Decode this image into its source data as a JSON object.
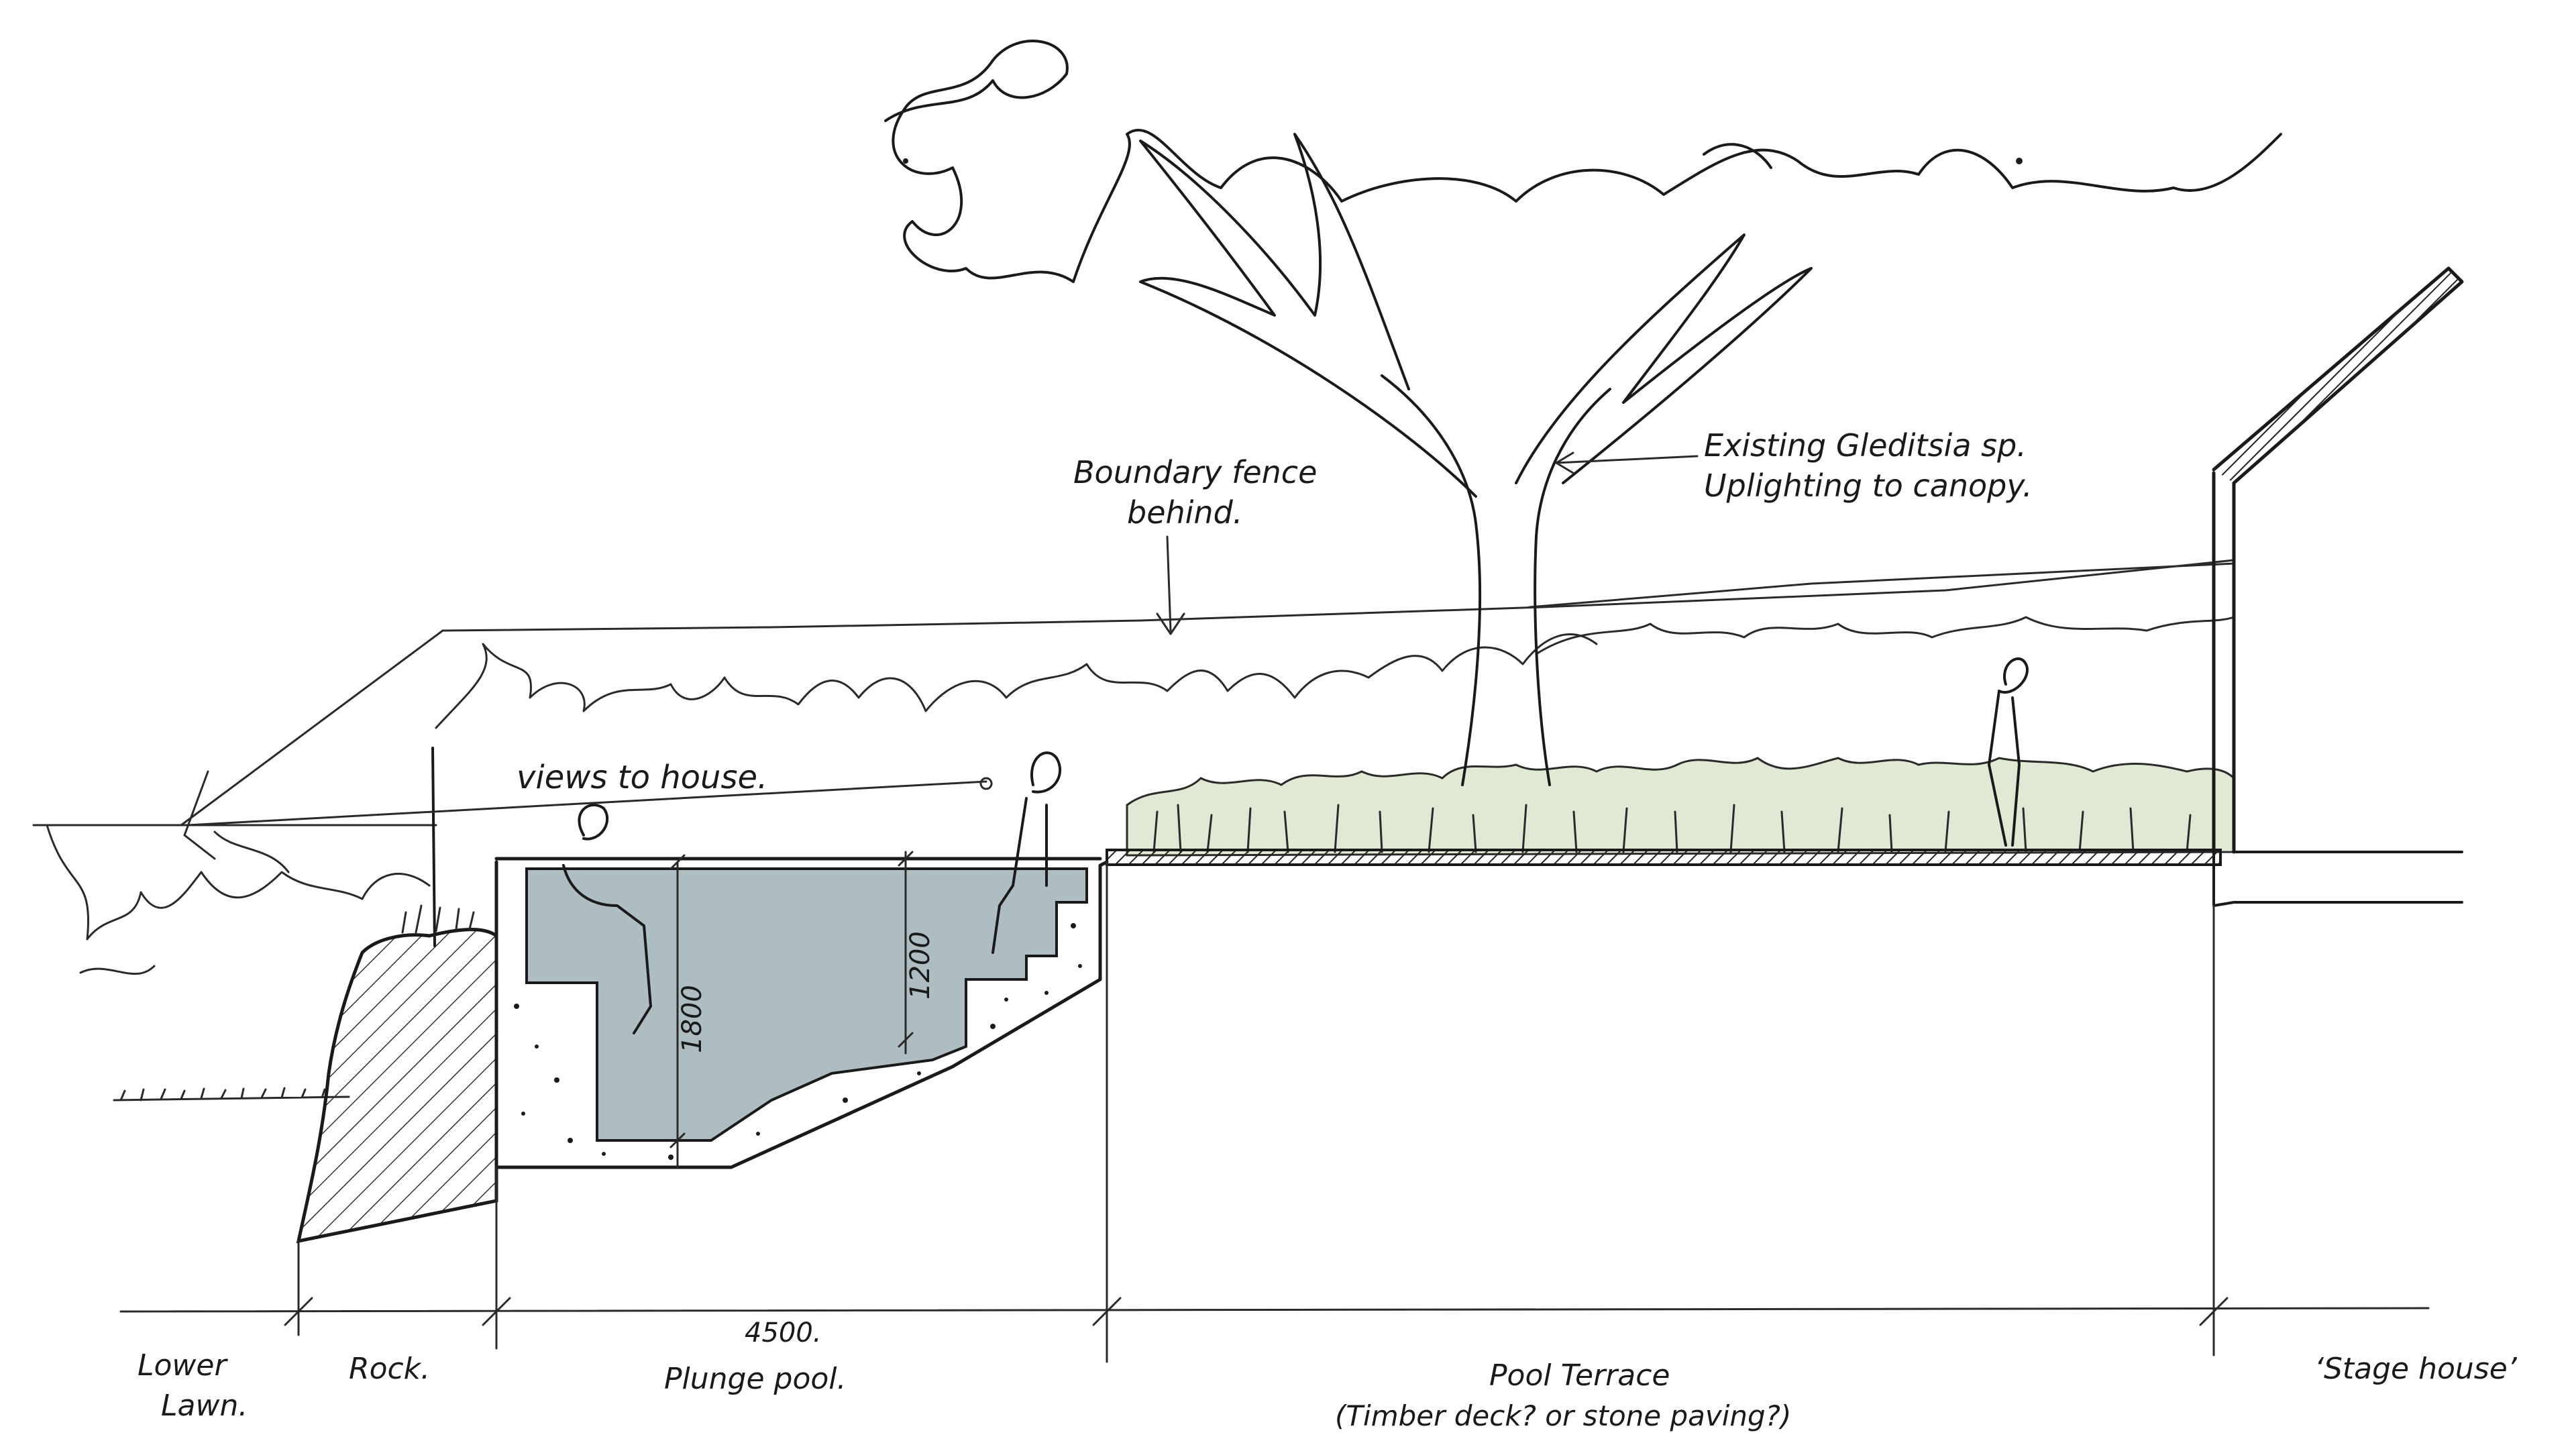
{
  "colors": {
    "ink": "#1a1a1a",
    "water": "#aebdc2",
    "planting": "#dfe9d3",
    "paper": "#ffffff"
  },
  "annotations": {
    "boundary_fence_line1": "Boundary fence",
    "boundary_fence_line2": "behind.",
    "tree_line1": "Existing Gleditsia sp.",
    "tree_line2": "Uplighting to canopy.",
    "views": "views to house."
  },
  "dimensions": {
    "pool_depth_deep": "1800",
    "pool_depth_shallow": "1200",
    "pool_width": "4500."
  },
  "zones": {
    "lower_lawn_line1": "Lower",
    "lower_lawn_line2": "Lawn.",
    "rock": "Rock.",
    "plunge_pool": "Plunge pool.",
    "pool_terrace_line1": "Pool Terrace",
    "pool_terrace_line2": "(Timber deck? or stone paving?)",
    "stage_house": "‘Stage house’"
  }
}
